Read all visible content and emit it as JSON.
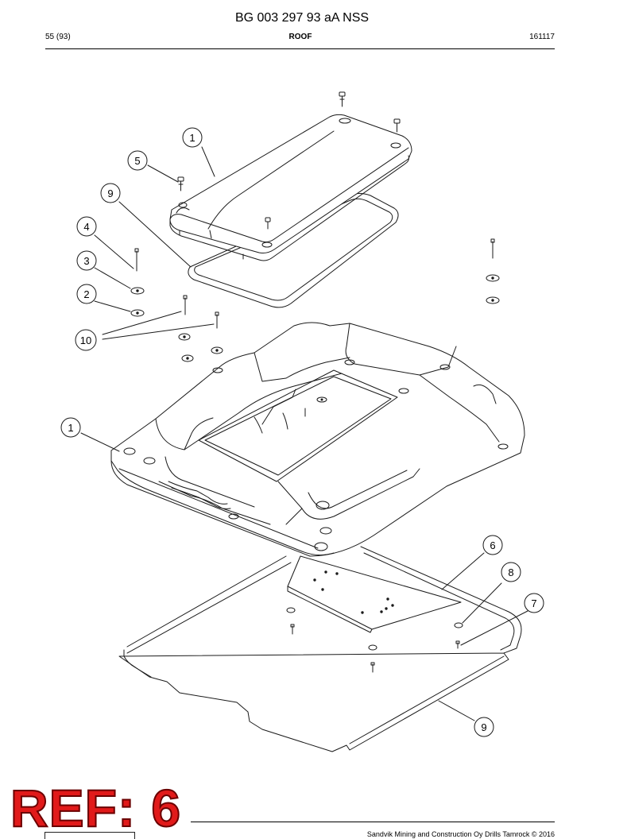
{
  "header": {
    "doc_id": "BG 003 297 93 aA NSS",
    "page": "55 (93)",
    "section": "ROOF",
    "date_code": "161117"
  },
  "footer": {
    "copyright": "Sandvik Mining and Construction Oy Drills Tamrock © 2016"
  },
  "stamp": {
    "text": "REF: 6",
    "color": "#e11a1a"
  },
  "callouts": [
    "1",
    "5",
    "9",
    "4",
    "3",
    "2",
    "10",
    "1",
    "6",
    "8",
    "7",
    "9"
  ]
}
